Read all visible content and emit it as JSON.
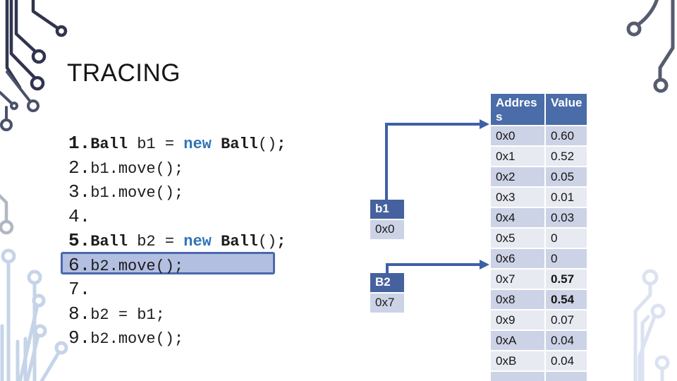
{
  "slide": {
    "title": "TRACING"
  },
  "code_lines": [
    {
      "number": "1.",
      "number_bold": true,
      "highlighted": false,
      "segments": [
        {
          "text": "Ball ",
          "style": "bold"
        },
        {
          "text": "b1 = ",
          "style": "plain"
        },
        {
          "text": "new ",
          "style": "keyword"
        },
        {
          "text": "Ball",
          "style": "bold"
        },
        {
          "text": "()",
          "style": "plain"
        },
        {
          "text": ";",
          "style": "bold"
        }
      ]
    },
    {
      "number": "2.",
      "number_bold": false,
      "highlighted": false,
      "segments": [
        {
          "text": "b1.move();",
          "style": "plain"
        }
      ]
    },
    {
      "number": "3.",
      "number_bold": false,
      "highlighted": false,
      "segments": [
        {
          "text": "b1.move();",
          "style": "plain"
        }
      ]
    },
    {
      "number": "4.",
      "number_bold": false,
      "highlighted": false,
      "segments": []
    },
    {
      "number": "5.",
      "number_bold": true,
      "highlighted": false,
      "segments": [
        {
          "text": "Ball ",
          "style": "bold"
        },
        {
          "text": "b2 = ",
          "style": "plain"
        },
        {
          "text": "new ",
          "style": "keyword"
        },
        {
          "text": "Ball",
          "style": "bold"
        },
        {
          "text": "()",
          "style": "plain"
        },
        {
          "text": ";",
          "style": "bold"
        }
      ]
    },
    {
      "number": "6.",
      "number_bold": false,
      "highlighted": true,
      "segments": [
        {
          "text": "b2.move();",
          "style": "plain"
        }
      ]
    },
    {
      "number": "7.",
      "number_bold": false,
      "highlighted": false,
      "segments": []
    },
    {
      "number": "8.",
      "number_bold": false,
      "highlighted": false,
      "segments": [
        {
          "text": "b2 = b1;",
          "style": "plain"
        }
      ]
    },
    {
      "number": "9.",
      "number_bold": false,
      "highlighted": false,
      "segments": [
        {
          "text": "b2.move();",
          "style": "plain"
        }
      ]
    }
  ],
  "pointers": [
    {
      "name": "b1",
      "address": "0x0"
    },
    {
      "name": "B2",
      "address": "0x7"
    }
  ],
  "memory_table": {
    "headers": [
      "Address",
      "Value"
    ],
    "rows": [
      {
        "address": "0x0",
        "value": "0.60",
        "value_bold": false
      },
      {
        "address": "0x1",
        "value": "0.52",
        "value_bold": false
      },
      {
        "address": "0x2",
        "value": "0.05",
        "value_bold": false
      },
      {
        "address": "0x3",
        "value": "0.01",
        "value_bold": false
      },
      {
        "address": "0x4",
        "value": "0.03",
        "value_bold": false
      },
      {
        "address": "0x5",
        "value": "0",
        "value_bold": false
      },
      {
        "address": "0x6",
        "value": "0",
        "value_bold": false
      },
      {
        "address": "0x7",
        "value": "0.57",
        "value_bold": true
      },
      {
        "address": "0x8",
        "value": "0.54",
        "value_bold": true
      },
      {
        "address": "0x9",
        "value": "0.07",
        "value_bold": false
      },
      {
        "address": "0xA",
        "value": "0.04",
        "value_bold": false
      },
      {
        "address": "0xB",
        "value": "0.04",
        "value_bold": false
      },
      {
        "address": "",
        "value": "",
        "value_bold": false
      }
    ]
  },
  "colors": {
    "header_blue": "#4A6CA8",
    "box_blue": "#46629E",
    "arrow_blue": "#3D61A6",
    "keyword_blue": "#2E74B5",
    "row_dark": "#CDD3E6",
    "row_light": "#E8EAF2",
    "highlight_fill": "#B2BFE1",
    "highlight_border": "#4A69AD"
  }
}
